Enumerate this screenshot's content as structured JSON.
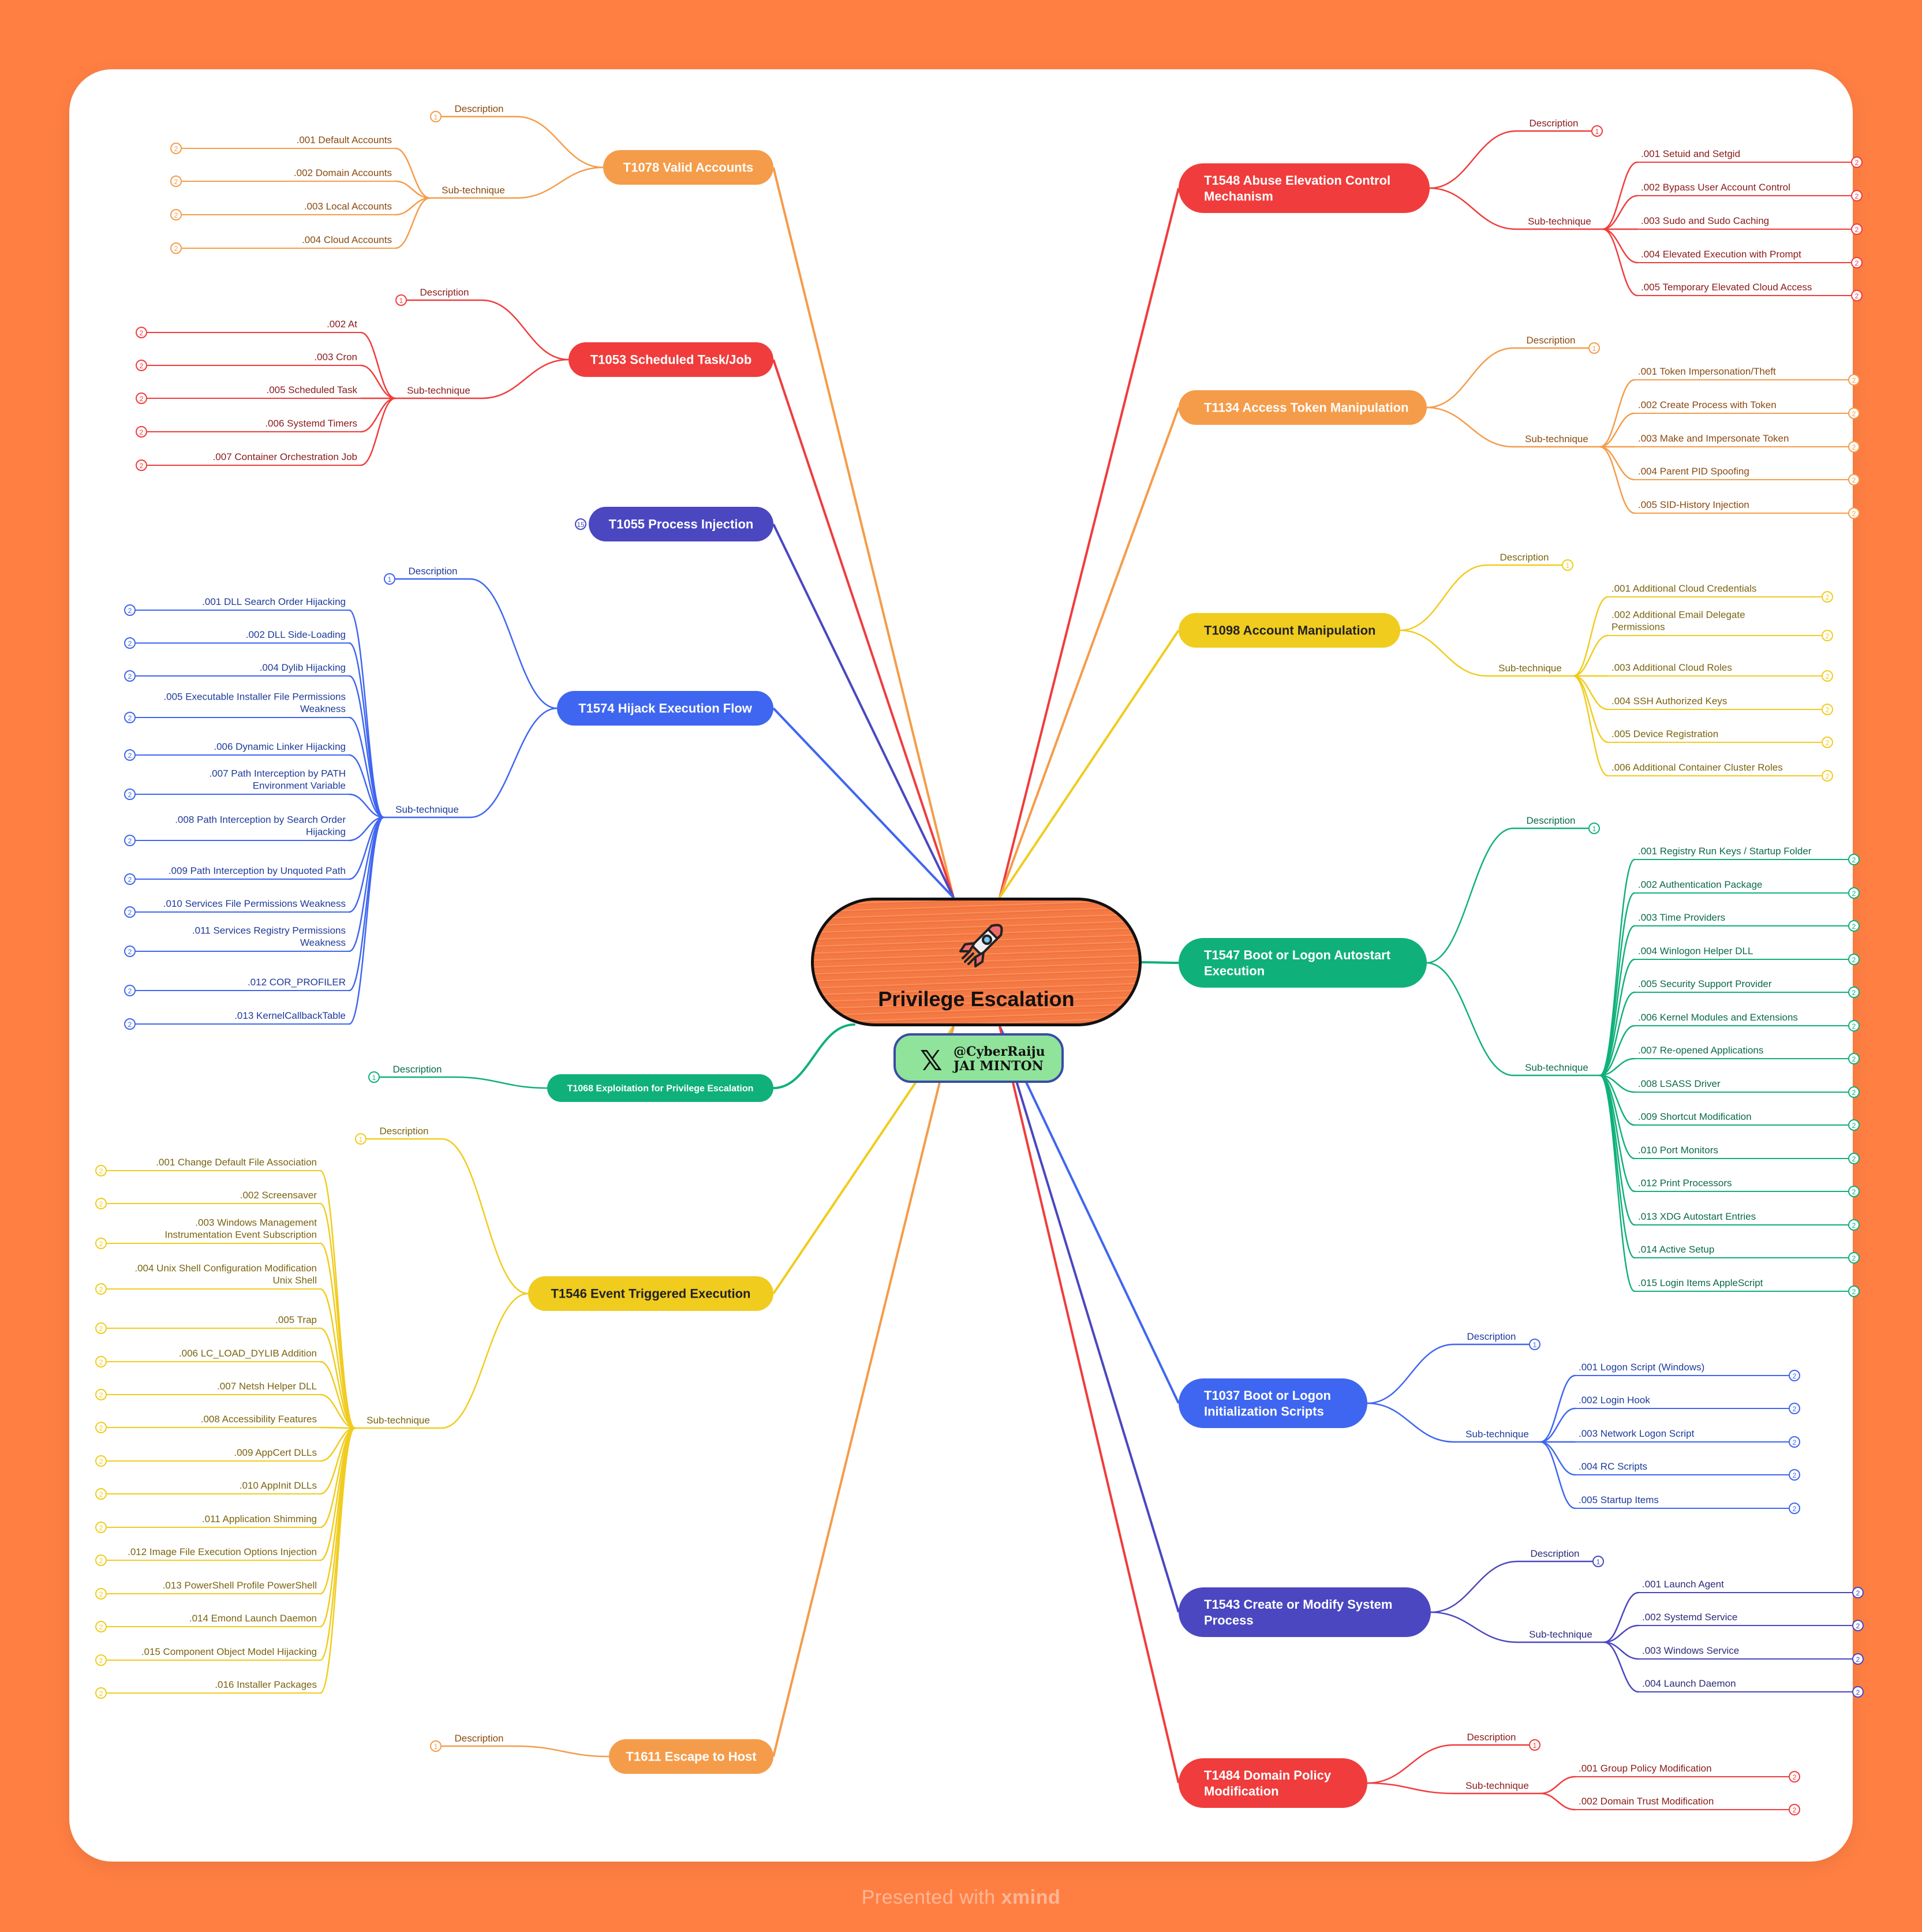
{
  "center": {
    "title": "Privilege Escalation",
    "icon": "rocket-icon"
  },
  "credit": {
    "handle": "@CyberRaiju",
    "name": "JAI MINTON",
    "icon": "x-logo-icon"
  },
  "footer": {
    "prefix": "Presented with",
    "brand": "xmind"
  },
  "labels": {
    "description": "Description",
    "subtechnique": "Sub-technique"
  },
  "colors": {
    "orange": "#f59c4a",
    "red": "#f03c3c",
    "indigo": "#4a47c0",
    "blue": "#3f66f0",
    "teal": "#10b07a",
    "yellow": "#f0cc1e"
  },
  "branches": [
    {
      "id": "T1078",
      "label": "T1078 Valid Accounts",
      "color": "orange",
      "side": "left",
      "desc_badge": "1",
      "subs": [
        {
          "t": ".001 Default Accounts",
          "b": "2"
        },
        {
          "t": ".002 Domain Accounts",
          "b": "2"
        },
        {
          "t": ".003 Local Accounts",
          "b": "2"
        },
        {
          "t": ".004 Cloud Accounts",
          "b": "2"
        }
      ]
    },
    {
      "id": "T1053",
      "label": "T1053 Scheduled Task/Job",
      "color": "red",
      "side": "left",
      "desc_badge": "1",
      "subs": [
        {
          "t": ".002 At",
          "b": "2"
        },
        {
          "t": ".003 Cron",
          "b": "2"
        },
        {
          "t": ".005 Scheduled Task",
          "b": "2"
        },
        {
          "t": ".006 Systemd Timers",
          "b": "2"
        },
        {
          "t": ".007 Container Orchestration Job",
          "b": "2"
        }
      ]
    },
    {
      "id": "T1055",
      "label": "T1055 Process Injection",
      "color": "indigo",
      "side": "left",
      "collapsed_badge": "15",
      "subs": []
    },
    {
      "id": "T1574",
      "label": "T1574 Hijack Execution Flow",
      "color": "blue",
      "side": "left",
      "desc_badge": "1",
      "subs": [
        {
          "t": ".001 DLL Search Order Hijacking",
          "b": "2"
        },
        {
          "t": ".002 DLL Side-Loading",
          "b": "2"
        },
        {
          "t": ".004 Dylib Hijacking",
          "b": "2"
        },
        {
          "t": ".005  Executable Installer File Permissions\nWeakness",
          "b": "2"
        },
        {
          "t": ".006 Dynamic Linker Hijacking",
          "b": "2"
        },
        {
          "t": ".007 Path Interception by PATH\nEnvironment Variable",
          "b": "2"
        },
        {
          "t": ".008 Path Interception by Search Order\nHijacking",
          "b": "2"
        },
        {
          "t": ".009 Path Interception by Unquoted Path",
          "b": "2"
        },
        {
          "t": ".010 Services File Permissions Weakness",
          "b": "2"
        },
        {
          "t": ".011 Services Registry Permissions\nWeakness",
          "b": "2"
        },
        {
          "t": ".012 COR_PROFILER",
          "b": "2"
        },
        {
          "t": ".013 KernelCallbackTable",
          "b": "2"
        }
      ]
    },
    {
      "id": "T1068",
      "label": "T1068 Exploitation for Privilege Escalation",
      "color": "teal",
      "side": "left",
      "desc_badge": "1",
      "subs": []
    },
    {
      "id": "T1546",
      "label": "T1546 Event Triggered Execution",
      "color": "yellow",
      "side": "left",
      "desc_badge": "1",
      "subs": [
        {
          "t": ".001 Change Default File Association",
          "b": "2"
        },
        {
          "t": ".002 Screensaver",
          "b": "2"
        },
        {
          "t": ".003 Windows Management\nInstrumentation Event Subscription",
          "b": "2"
        },
        {
          "t": ".004 Unix Shell Configuration Modification\nUnix Shell",
          "b": "2"
        },
        {
          "t": ".005 Trap",
          "b": "2"
        },
        {
          "t": ".006 LC_LOAD_DYLIB Addition",
          "b": "2"
        },
        {
          "t": ".007 Netsh Helper DLL",
          "b": "2"
        },
        {
          "t": ".008 Accessibility Features",
          "b": "2"
        },
        {
          "t": ".009 AppCert DLLs",
          "b": "2"
        },
        {
          "t": ".010 AppInit DLLs",
          "b": "2"
        },
        {
          "t": ".011 Application Shimming",
          "b": "2"
        },
        {
          "t": ".012 Image File Execution Options Injection",
          "b": "2"
        },
        {
          "t": ".013 PowerShell Profile PowerShell",
          "b": "2"
        },
        {
          "t": ".014 Emond Launch Daemon",
          "b": "2"
        },
        {
          "t": ".015 Component Object Model Hijacking",
          "b": "2"
        },
        {
          "t": ".016 Installer Packages",
          "b": "2"
        }
      ]
    },
    {
      "id": "T1611",
      "label": "T1611 Escape to Host",
      "color": "orange",
      "side": "left",
      "desc_badge": "1",
      "subs": []
    },
    {
      "id": "T1548",
      "label": "T1548 Abuse Elevation Control\nMechanism",
      "color": "red",
      "side": "right",
      "desc_badge": "1",
      "subs": [
        {
          "t": ".001 Setuid and Setgid",
          "b": "2"
        },
        {
          "t": ".002 Bypass User Account Control",
          "b": "2"
        },
        {
          "t": ".003 Sudo and Sudo Caching",
          "b": "2"
        },
        {
          "t": ".004 Elevated Execution with Prompt",
          "b": "2"
        },
        {
          "t": ".005 Temporary Elevated Cloud Access",
          "b": "2"
        }
      ]
    },
    {
      "id": "T1134",
      "label": "T1134 Access Token Manipulation",
      "color": "orange",
      "side": "right",
      "desc_badge": "1",
      "subs": [
        {
          "t": ".001 Token Impersonation/Theft",
          "b": "2"
        },
        {
          "t": ".002 Create Process with Token",
          "b": "2"
        },
        {
          "t": ".003 Make and Impersonate Token",
          "b": "2"
        },
        {
          "t": ".004 Parent PID Spoofing",
          "b": "2"
        },
        {
          "t": ".005 SID-History Injection",
          "b": "2"
        }
      ]
    },
    {
      "id": "T1098",
      "label": "T1098 Account Manipulation",
      "color": "yellow",
      "side": "right",
      "desc_badge": "1",
      "subs": [
        {
          "t": ".001 Additional Cloud Credentials",
          "b": "2"
        },
        {
          "t": ".002 Additional Email Delegate\nPermissions",
          "b": "2"
        },
        {
          "t": ".003 Additional Cloud Roles",
          "b": "2"
        },
        {
          "t": ".004 SSH Authorized Keys",
          "b": "2"
        },
        {
          "t": ".005 Device Registration",
          "b": "2"
        },
        {
          "t": ".006 Additional Container Cluster Roles",
          "b": "2"
        }
      ]
    },
    {
      "id": "T1547",
      "label": "T1547 Boot or Logon Autostart\nExecution",
      "color": "teal",
      "side": "right",
      "desc_badge": "1",
      "subs": [
        {
          "t": ".001 Registry Run Keys / Startup Folder",
          "b": "2"
        },
        {
          "t": ".002 Authentication Package",
          "b": "2"
        },
        {
          "t": ".003 Time Providers",
          "b": "2"
        },
        {
          "t": ".004 Winlogon Helper DLL",
          "b": "2"
        },
        {
          "t": ".005 Security Support Provider",
          "b": "2"
        },
        {
          "t": ".006 Kernel Modules and Extensions",
          "b": "2"
        },
        {
          "t": ".007 Re-opened Applications",
          "b": "2"
        },
        {
          "t": ".008 LSASS Driver",
          "b": "2"
        },
        {
          "t": ".009 Shortcut Modification",
          "b": "2"
        },
        {
          "t": ".010 Port Monitors",
          "b": "2"
        },
        {
          "t": ".012 Print Processors",
          "b": "2"
        },
        {
          "t": ".013 XDG Autostart Entries",
          "b": "2"
        },
        {
          "t": ".014 Active Setup",
          "b": "2"
        },
        {
          "t": ".015 Login Items AppleScript",
          "b": "2"
        }
      ]
    },
    {
      "id": "T1037",
      "label": "T1037 Boot or Logon\nInitialization Scripts",
      "color": "blue",
      "side": "right",
      "desc_badge": "1",
      "subs": [
        {
          "t": ".001 Logon Script (Windows)",
          "b": "2"
        },
        {
          "t": ".002 Login Hook",
          "b": "2"
        },
        {
          "t": ".003 Network Logon Script",
          "b": "2"
        },
        {
          "t": ".004 RC Scripts",
          "b": "2"
        },
        {
          "t": ".005 Startup Items",
          "b": "2"
        }
      ]
    },
    {
      "id": "T1543",
      "label": "T1543 Create or Modify System\nProcess",
      "color": "indigo",
      "side": "right",
      "desc_badge": "1",
      "subs": [
        {
          "t": ".001 Launch Agent",
          "b": "2"
        },
        {
          "t": ".002 Systemd Service",
          "b": "2"
        },
        {
          "t": ".003 Windows Service",
          "b": "2"
        },
        {
          "t": ".004 Launch Daemon",
          "b": "2"
        }
      ]
    },
    {
      "id": "T1484",
      "label": "T1484 Domain Policy\nModification",
      "color": "red",
      "side": "right",
      "desc_badge": "1",
      "subs": [
        {
          "t": ".001 Group Policy Modification",
          "b": "2"
        },
        {
          "t": ".002  Domain Trust Modification",
          "b": "2"
        }
      ]
    }
  ]
}
